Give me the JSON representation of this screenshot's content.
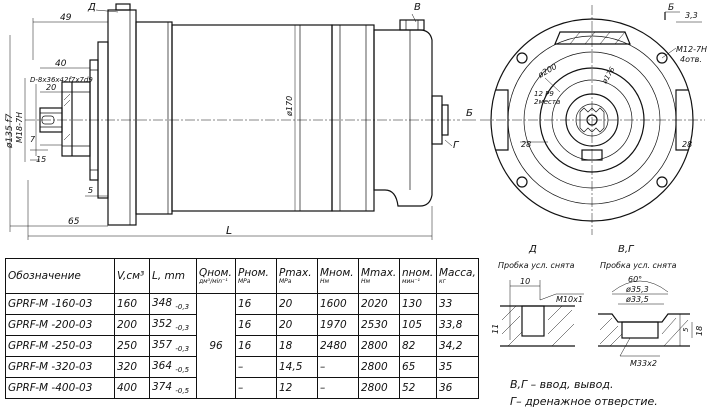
{
  "views": {
    "side": {
      "label_d": "Д",
      "label_v": "В",
      "label_g": "Г",
      "label_b": "Б",
      "dims": {
        "d49": "49",
        "d40": "40",
        "d20": "20",
        "d15": "15",
        "d7": "7",
        "d5": "5",
        "d65": "65",
        "dL": "L",
        "spline": "D-8x36x42f7x7d9",
        "dia135": "ø135 f7",
        "m18": "M18-7H",
        "dia170": "ø170"
      }
    },
    "end": {
      "label_b": "Б",
      "label_33": "3,3",
      "m12": "M12-7H",
      "m12_holes": "4отв.",
      "dia200": "ø200",
      "dia176": "ø176",
      "p12": "12 P9",
      "places": "2места",
      "d28a": "28",
      "d28b": "28"
    },
    "detail_d": {
      "letter": "Д",
      "caption": "Пробка усл. снята",
      "d10": "10",
      "m10": "M10x1",
      "d11": "11"
    },
    "detail_vg": {
      "letter": "В,Г",
      "caption": "Пробка усл. снята",
      "angle": "60°",
      "d353": "ø35,3",
      "d335": "ø33,5",
      "d5": "5",
      "d18": "18",
      "m33": "M33x2"
    }
  },
  "table": {
    "headers": [
      {
        "main": "Обозначение",
        "unit": ""
      },
      {
        "main": "V,cм³",
        "unit": ""
      },
      {
        "main": "L, mm",
        "unit": ""
      },
      {
        "main": "Qном.",
        "unit": "дм³/мin⁻¹"
      },
      {
        "main": "Pном.",
        "unit": "MPa"
      },
      {
        "main": "Pmax.",
        "unit": "MPa"
      },
      {
        "main": "Mном.",
        "unit": "Нм"
      },
      {
        "main": "Mmax.",
        "unit": "Нм"
      },
      {
        "main": "nном.",
        "unit": "мин⁻¹"
      },
      {
        "main": "Масса,",
        "unit": "кг"
      }
    ],
    "q_merged": "96",
    "rows": [
      {
        "name": "GPRF-M -160-03",
        "v": "160",
        "l": "348",
        "tol": "-0,3",
        "pnom": "16",
        "pmax": "20",
        "mnom": "1600",
        "mmax": "2020",
        "n": "130",
        "mass": "33"
      },
      {
        "name": "GPRF-M -200-03",
        "v": "200",
        "l": "352",
        "tol": "-0,3",
        "pnom": "16",
        "pmax": "20",
        "mnom": "1970",
        "mmax": "2530",
        "n": "105",
        "mass": "33,8"
      },
      {
        "name": "GPRF-M -250-03",
        "v": "250",
        "l": "357",
        "tol": "-0,3",
        "pnom": "16",
        "pmax": "18",
        "mnom": "2480",
        "mmax": "2800",
        "n": "82",
        "mass": "34,2"
      },
      {
        "name": "GPRF-M -320-03",
        "v": "320",
        "l": "364",
        "tol": "-0,5",
        "pnom": "–",
        "pmax": "14,5",
        "mnom": "–",
        "mmax": "2800",
        "n": "65",
        "mass": "35"
      },
      {
        "name": "GPRF-M -400-03",
        "v": "400",
        "l": "374",
        "tol": "-0,5",
        "pnom": "–",
        "pmax": "12",
        "mnom": "–",
        "mmax": "2800",
        "n": "52",
        "mass": "36"
      }
    ]
  },
  "notes": {
    "line1": "В,Г – ввод, вывод.",
    "line2": "Г– дренажное отверстие."
  }
}
